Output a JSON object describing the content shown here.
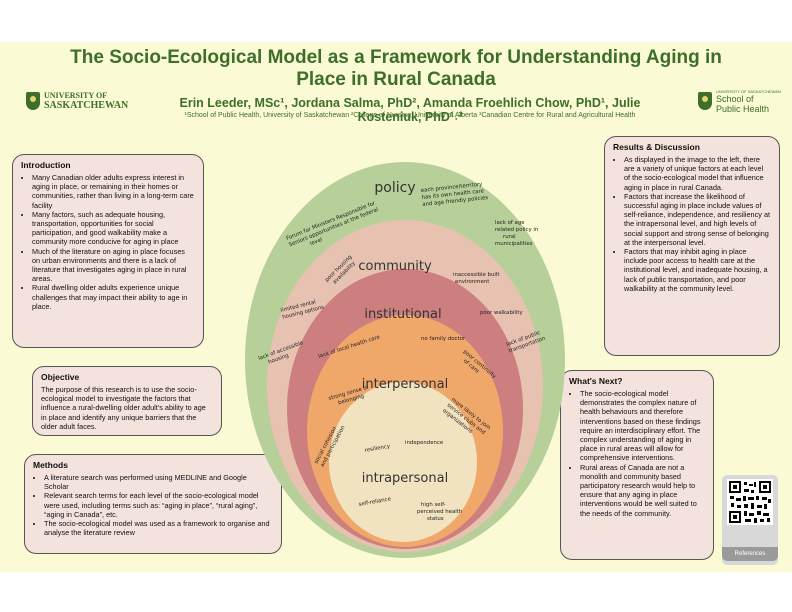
{
  "title": "The Socio-Ecological Model as a Framework for Understanding Aging in Place in Rural Canada",
  "authors": "Erin Leeder, MSc¹, Jordana Salma, PhD², Amanda Froehlich Chow, PhD¹, Julie Kosteniuk, PhD¹˒³",
  "affiliations": "¹School of Public Health, University of Saskatchewan ²College of Nursing, University of Alberta ³Canadian Centre for Rural and Agricultural Health",
  "logo_left": {
    "line1": "UNIVERSITY OF",
    "line2": "SASKATCHEWAN"
  },
  "logo_right": {
    "small": "UNIVERSITY OF SASKATCHEWAN",
    "line1": "School of",
    "line2": "Public Health"
  },
  "introduction": {
    "heading": "Introduction",
    "items": [
      "Many Canadian older adults express interest in aging in place, or remaining in their homes or communities, rather than living in a long-term care facility",
      "Many factors, such as adequate housing, transportation, opportunities for social participation, and good walkability make a community more conducive for aging in place",
      "Much of the literature on aging in place focuses on urban environments and there is a lack of literature that investigates aging in place in rural areas.",
      "Rural dwelling older adults experience unique challenges that may impact their ability to age in place."
    ]
  },
  "objective": {
    "heading": "Objective",
    "text": "The purpose of this research is to use the socio-ecological model to investigate the factors that influence a rural-dwelling older adult's ability to age in place and identify any unique barriers that the older adult faces."
  },
  "methods": {
    "heading": "Methods",
    "items": [
      "A literature search was performed using MEDLINE and Google Scholar",
      "Relevant search terms for each level of the socio-ecological model were used, including terms such as: “aging in place”, “rural aging”, “aging in Canada”, etc.",
      "The socio-ecological model was used as a framework to organise and analyse the literature review"
    ]
  },
  "results": {
    "heading": "Results & Discussion",
    "items": [
      "As displayed in the image to the left, there are a variety of unique factors at each level of the socio-ecological model that influence aging in place in rural Canada.",
      "Factors that increase the likelihood of successful aging in place include values of self-reliance, independence, and resiliency at the intrapersonal level, and high levels of social support and strong sense of belonging at the interpersonal level.",
      "Factors that may inhibit aging in place include poor access to health care at the institutional level, and inadequate housing, a lack of public transportation, and poor walkability at the community level."
    ]
  },
  "next": {
    "heading": "What's Next?",
    "items": [
      "The socio-ecological model demonstrates the complex nature of health behaviours and therefore interventions based on these findings require an interdisciplinary effort. The complex understanding of aging in place in rural areas will allow for comprehensive interventions.",
      "Rural areas of Canada are not a monolith and community based participatory research would help to ensure that any aging in place interventions would be well suited to the needs of the community."
    ]
  },
  "references_label": "References",
  "model": {
    "levels": {
      "policy": "policy",
      "community": "community",
      "institutional": "institutional",
      "interpersonal": "interpersonal",
      "intrapersonal": "intrapersonal"
    },
    "colors": {
      "policy": "#b7cf98",
      "community": "#e7c2b0",
      "institutional": "#cd7e7e",
      "interpersonal": "#f0a76a",
      "intrapersonal": "#f1e3c0"
    },
    "notes": {
      "policy_forum": [
        "Forum for Ministers Responsible for",
        "Seniors opportunities at the federal",
        "level"
      ],
      "policy_province": [
        "each province/territory",
        "has its own health care",
        "and age friendly policies"
      ],
      "policy_lack": [
        "lack of age",
        "related policy in",
        "rural",
        "municipalities"
      ],
      "community_housing": [
        "poor housing",
        "availability"
      ],
      "community_built": [
        "inaccessible built",
        "environment"
      ],
      "community_rental": [
        "limited rental",
        "housing options"
      ],
      "community_walk": "poor walkability",
      "community_access": [
        "lack of accessible",
        "housing"
      ],
      "community_transport": [
        "lack of public",
        "transportation"
      ],
      "inst_doctor": "no family doctor",
      "inst_care": "lack of local health care",
      "inst_continuity": [
        "poor continuity",
        "of care"
      ],
      "inter_belong": [
        "strong sense of",
        "belonging"
      ],
      "inter_clubs": [
        "more likely to join",
        "service clubs and",
        "organizations"
      ],
      "inter_cohesion": [
        "social cohesion",
        "and participation"
      ],
      "intra_resiliency": "resiliency",
      "intra_independence": "independence",
      "intra_selfreliance": "self-reliance",
      "intra_health": [
        "high self-",
        "perceived health",
        "status"
      ]
    }
  }
}
